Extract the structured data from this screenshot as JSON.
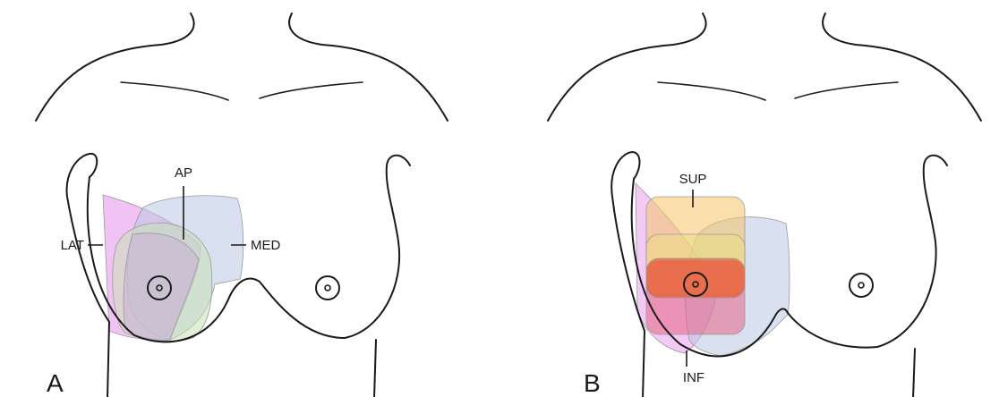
{
  "panels": [
    {
      "letter": "A",
      "labels": {
        "lat": "LAT",
        "ap": "AP",
        "med": "MED"
      }
    },
    {
      "letter": "B",
      "labels": {
        "sup": "SUP",
        "inf": "INF"
      }
    }
  ],
  "colors": {
    "lat_region": "#e07be6",
    "ap_region": "#c9e2b8",
    "med_region": "#b9c6e4",
    "lat_overlay": "#e8c0d8",
    "sup_region": "#f6c46a",
    "mid_region": "#e8e07a",
    "nipple_region": "#e8603a",
    "inf_region": "#e85a7a"
  }
}
